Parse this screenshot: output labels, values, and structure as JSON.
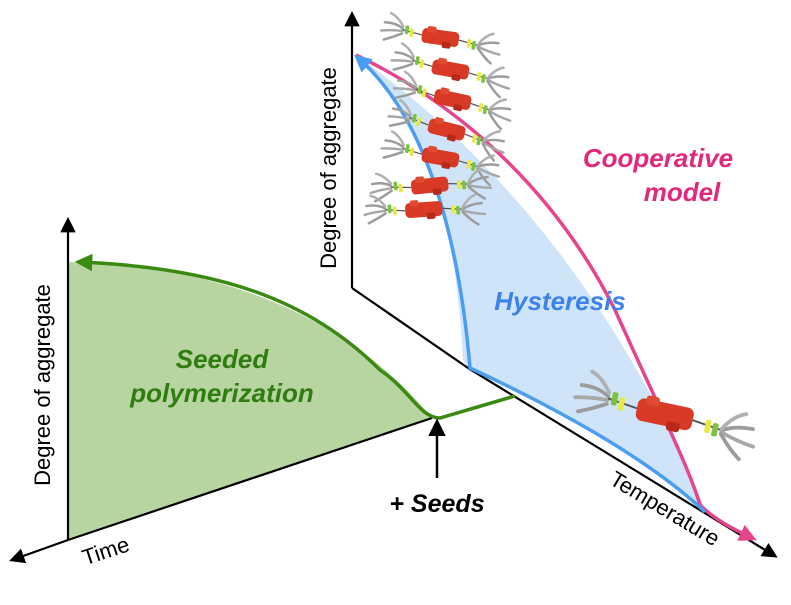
{
  "labels": {
    "back_y_axis": "Degree of aggregate",
    "front_y_axis": "Degree of aggregate",
    "time_axis": "Time",
    "temperature_axis": "Temperature",
    "seeds": "+ Seeds",
    "seeded_line1": "Seeded",
    "seeded_line2": "polymerization",
    "hysteresis": "Hysteresis",
    "coop_line1": "Cooperative",
    "coop_line2": "model"
  },
  "colors": {
    "seeded": "#3a8a12",
    "seeded_fill": "#b8d4a0",
    "hysteresis": "#4b9df2",
    "hysteresis_fill": "#cfe4f8",
    "cooperative": "#e6458e",
    "axis": "#000000",
    "molecule_core": "#d93a25",
    "molecule_link_yellow": "#e8e84a",
    "molecule_link_green": "#7cc242",
    "molecule_tail": "#9c9c9c"
  },
  "icons": {
    "molecule": "oligomer-molecule-icon",
    "stack": "aggregate-stack-icon",
    "seed_arrow": "up-arrow-icon"
  }
}
